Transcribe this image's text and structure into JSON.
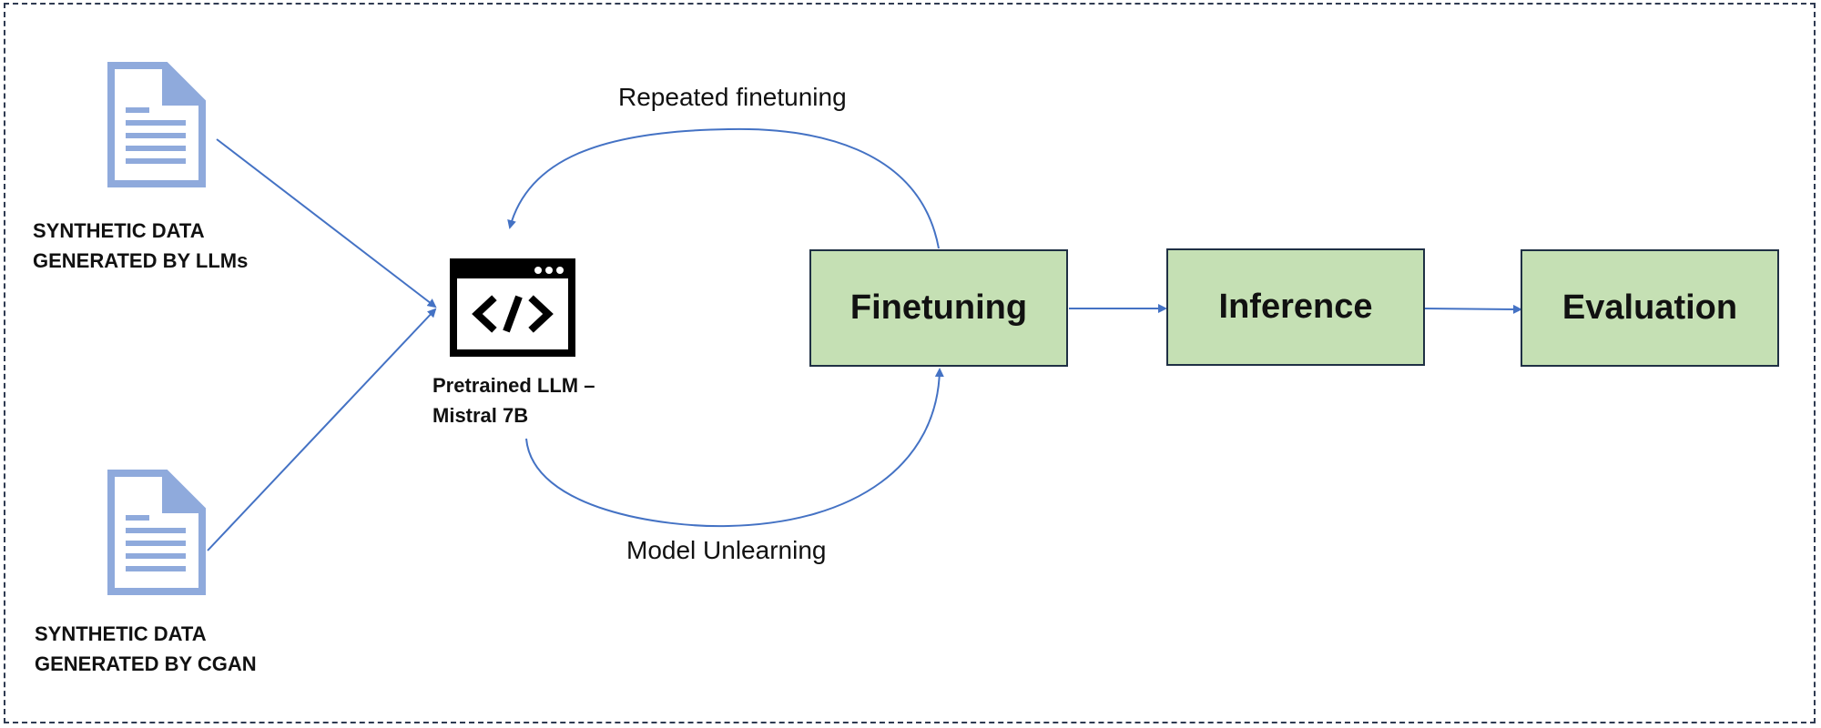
{
  "sources": [
    {
      "id": "llm",
      "icon": "document-icon",
      "line1": "SYNTHETIC DATA",
      "line2": "GENERATED BY LLMs"
    },
    {
      "id": "cgan",
      "icon": "document-icon",
      "line1": "SYNTHETIC DATA",
      "line2": "GENERATED BY CGAN"
    }
  ],
  "model": {
    "icon": "code-window-icon",
    "line1": "Pretrained LLM –",
    "line2": "Mistral 7B"
  },
  "steps": [
    {
      "label": "Finetuning"
    },
    {
      "label": "Inference"
    },
    {
      "label": "Evaluation"
    }
  ],
  "edges": {
    "repeated": "Repeated finetuning",
    "unlearning": "Model Unlearning"
  },
  "colors": {
    "arrow": "#4472c4",
    "doc": "#8faadc",
    "box_fill": "#c5e0b4",
    "box_border": "#1f3044"
  }
}
